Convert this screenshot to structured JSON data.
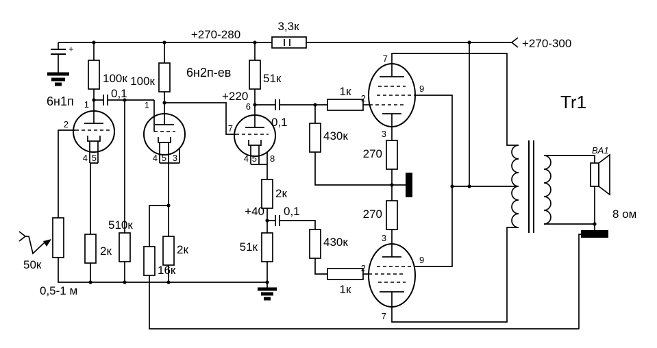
{
  "labels": {
    "rail_left": "+270-280",
    "rail_right": "+270-300",
    "node_220": "+220",
    "node_40": "+40",
    "tube1": "6н1п",
    "tube23": "6н2п-ев",
    "r_dropper": "3,3к",
    "r_a1": "100к",
    "r_a2": "100к",
    "r_a3": "51к",
    "c1": "0,1",
    "c2": "0,1",
    "c3": "0,1",
    "r_g_top": "1к",
    "r_g_bot": "1к",
    "r_leak_top": "430к",
    "r_leak_bot": "430к",
    "r_k_top": "270",
    "r_k_bot": "270",
    "r_k3": "2к",
    "r_tail": "51к",
    "pot": "50к",
    "pot_range": "0,5-1 м",
    "r_k1": "2к",
    "r_leak2": "510к",
    "r_nfb": "16к",
    "r_k2": "2к",
    "transformer": "Tr1",
    "speaker": "BA1",
    "impedance": "8 ом",
    "plus": "+"
  },
  "pins": {
    "t1": [
      "1",
      "2",
      "4",
      "5"
    ],
    "t2": [
      "1",
      "4",
      "5",
      "3"
    ],
    "t3": [
      "6",
      "7",
      "4",
      "5",
      "8"
    ],
    "p_top": [
      "7",
      "9",
      "2",
      "3"
    ],
    "p_bot": [
      "3",
      "2",
      "9",
      "7"
    ]
  }
}
